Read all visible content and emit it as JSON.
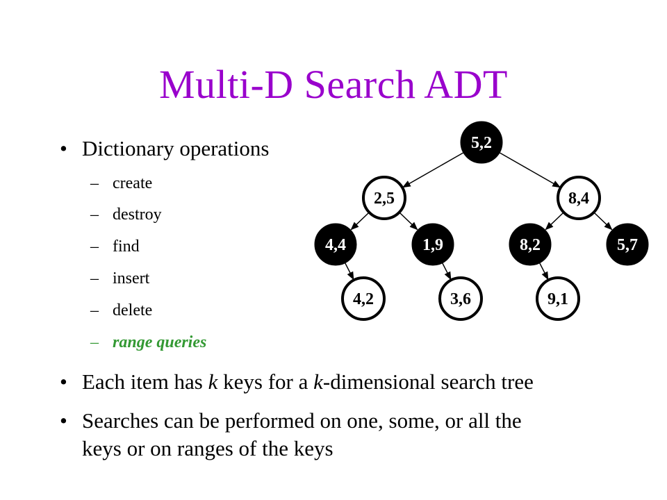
{
  "title": "Multi-D Search ADT",
  "bullets": {
    "b1": "Dictionary operations",
    "b2_pre": "Each item has ",
    "b2_k1": "k",
    "b2_mid": " keys for a ",
    "b2_k2": "k",
    "b2_post": "-dimensional search tree",
    "b3_line1": "Searches can be performed on one, some, or all the",
    "b3_line2": "keys or on ranges of the keys"
  },
  "bullet_marker": "•",
  "dash_marker": "–",
  "operations": [
    "create",
    "destroy",
    "find",
    "insert",
    "delete",
    "range queries"
  ],
  "highlight_color": "#339933",
  "title_color": "#9900cc",
  "tree": {
    "nodes": [
      {
        "id": "n52",
        "label": "5,2",
        "style": "filled"
      },
      {
        "id": "n25",
        "label": "2,5",
        "style": "outline"
      },
      {
        "id": "n84",
        "label": "8,4",
        "style": "outline"
      },
      {
        "id": "n44",
        "label": "4,4",
        "style": "filled"
      },
      {
        "id": "n19",
        "label": "1,9",
        "style": "filled"
      },
      {
        "id": "n82",
        "label": "8,2",
        "style": "filled"
      },
      {
        "id": "n57",
        "label": "5,7",
        "style": "filled"
      },
      {
        "id": "n42",
        "label": "4,2",
        "style": "outline"
      },
      {
        "id": "n36",
        "label": "3,6",
        "style": "outline"
      },
      {
        "id": "n91",
        "label": "9,1",
        "style": "outline"
      }
    ],
    "edges": [
      [
        "n52",
        "n25"
      ],
      [
        "n52",
        "n84"
      ],
      [
        "n25",
        "n44"
      ],
      [
        "n25",
        "n19"
      ],
      [
        "n84",
        "n82"
      ],
      [
        "n84",
        "n57"
      ],
      [
        "n44",
        "n42"
      ],
      [
        "n19",
        "n36"
      ],
      [
        "n82",
        "n91"
      ]
    ]
  }
}
